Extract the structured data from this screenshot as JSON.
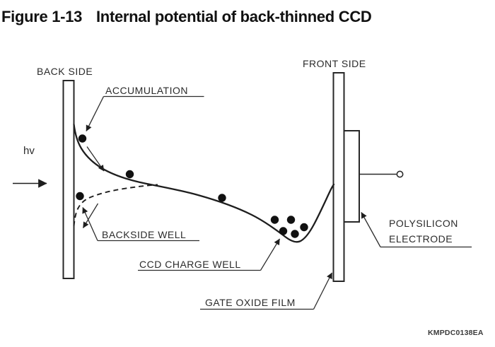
{
  "figure": {
    "label": "Figure 1-13",
    "title": "Internal potential of back-thinned CCD"
  },
  "diagram": {
    "back_side_label": "BACK SIDE",
    "front_side_label": "FRONT SIDE",
    "photon_label": "hv",
    "accumulation_label": "ACCUMULATION",
    "backside_well_label": "BACKSIDE WELL",
    "ccd_charge_well_label": "CCD CHARGE WELL",
    "gate_oxide_film_label": "GATE OXIDE FILM",
    "polysilicon_label_line1": "POLYSILICON",
    "polysilicon_label_line2": "ELECTRODE",
    "doc_code": "KMPDC0138EA",
    "colors": {
      "ink": "#1e1e1e",
      "background": "#ffffff"
    }
  }
}
